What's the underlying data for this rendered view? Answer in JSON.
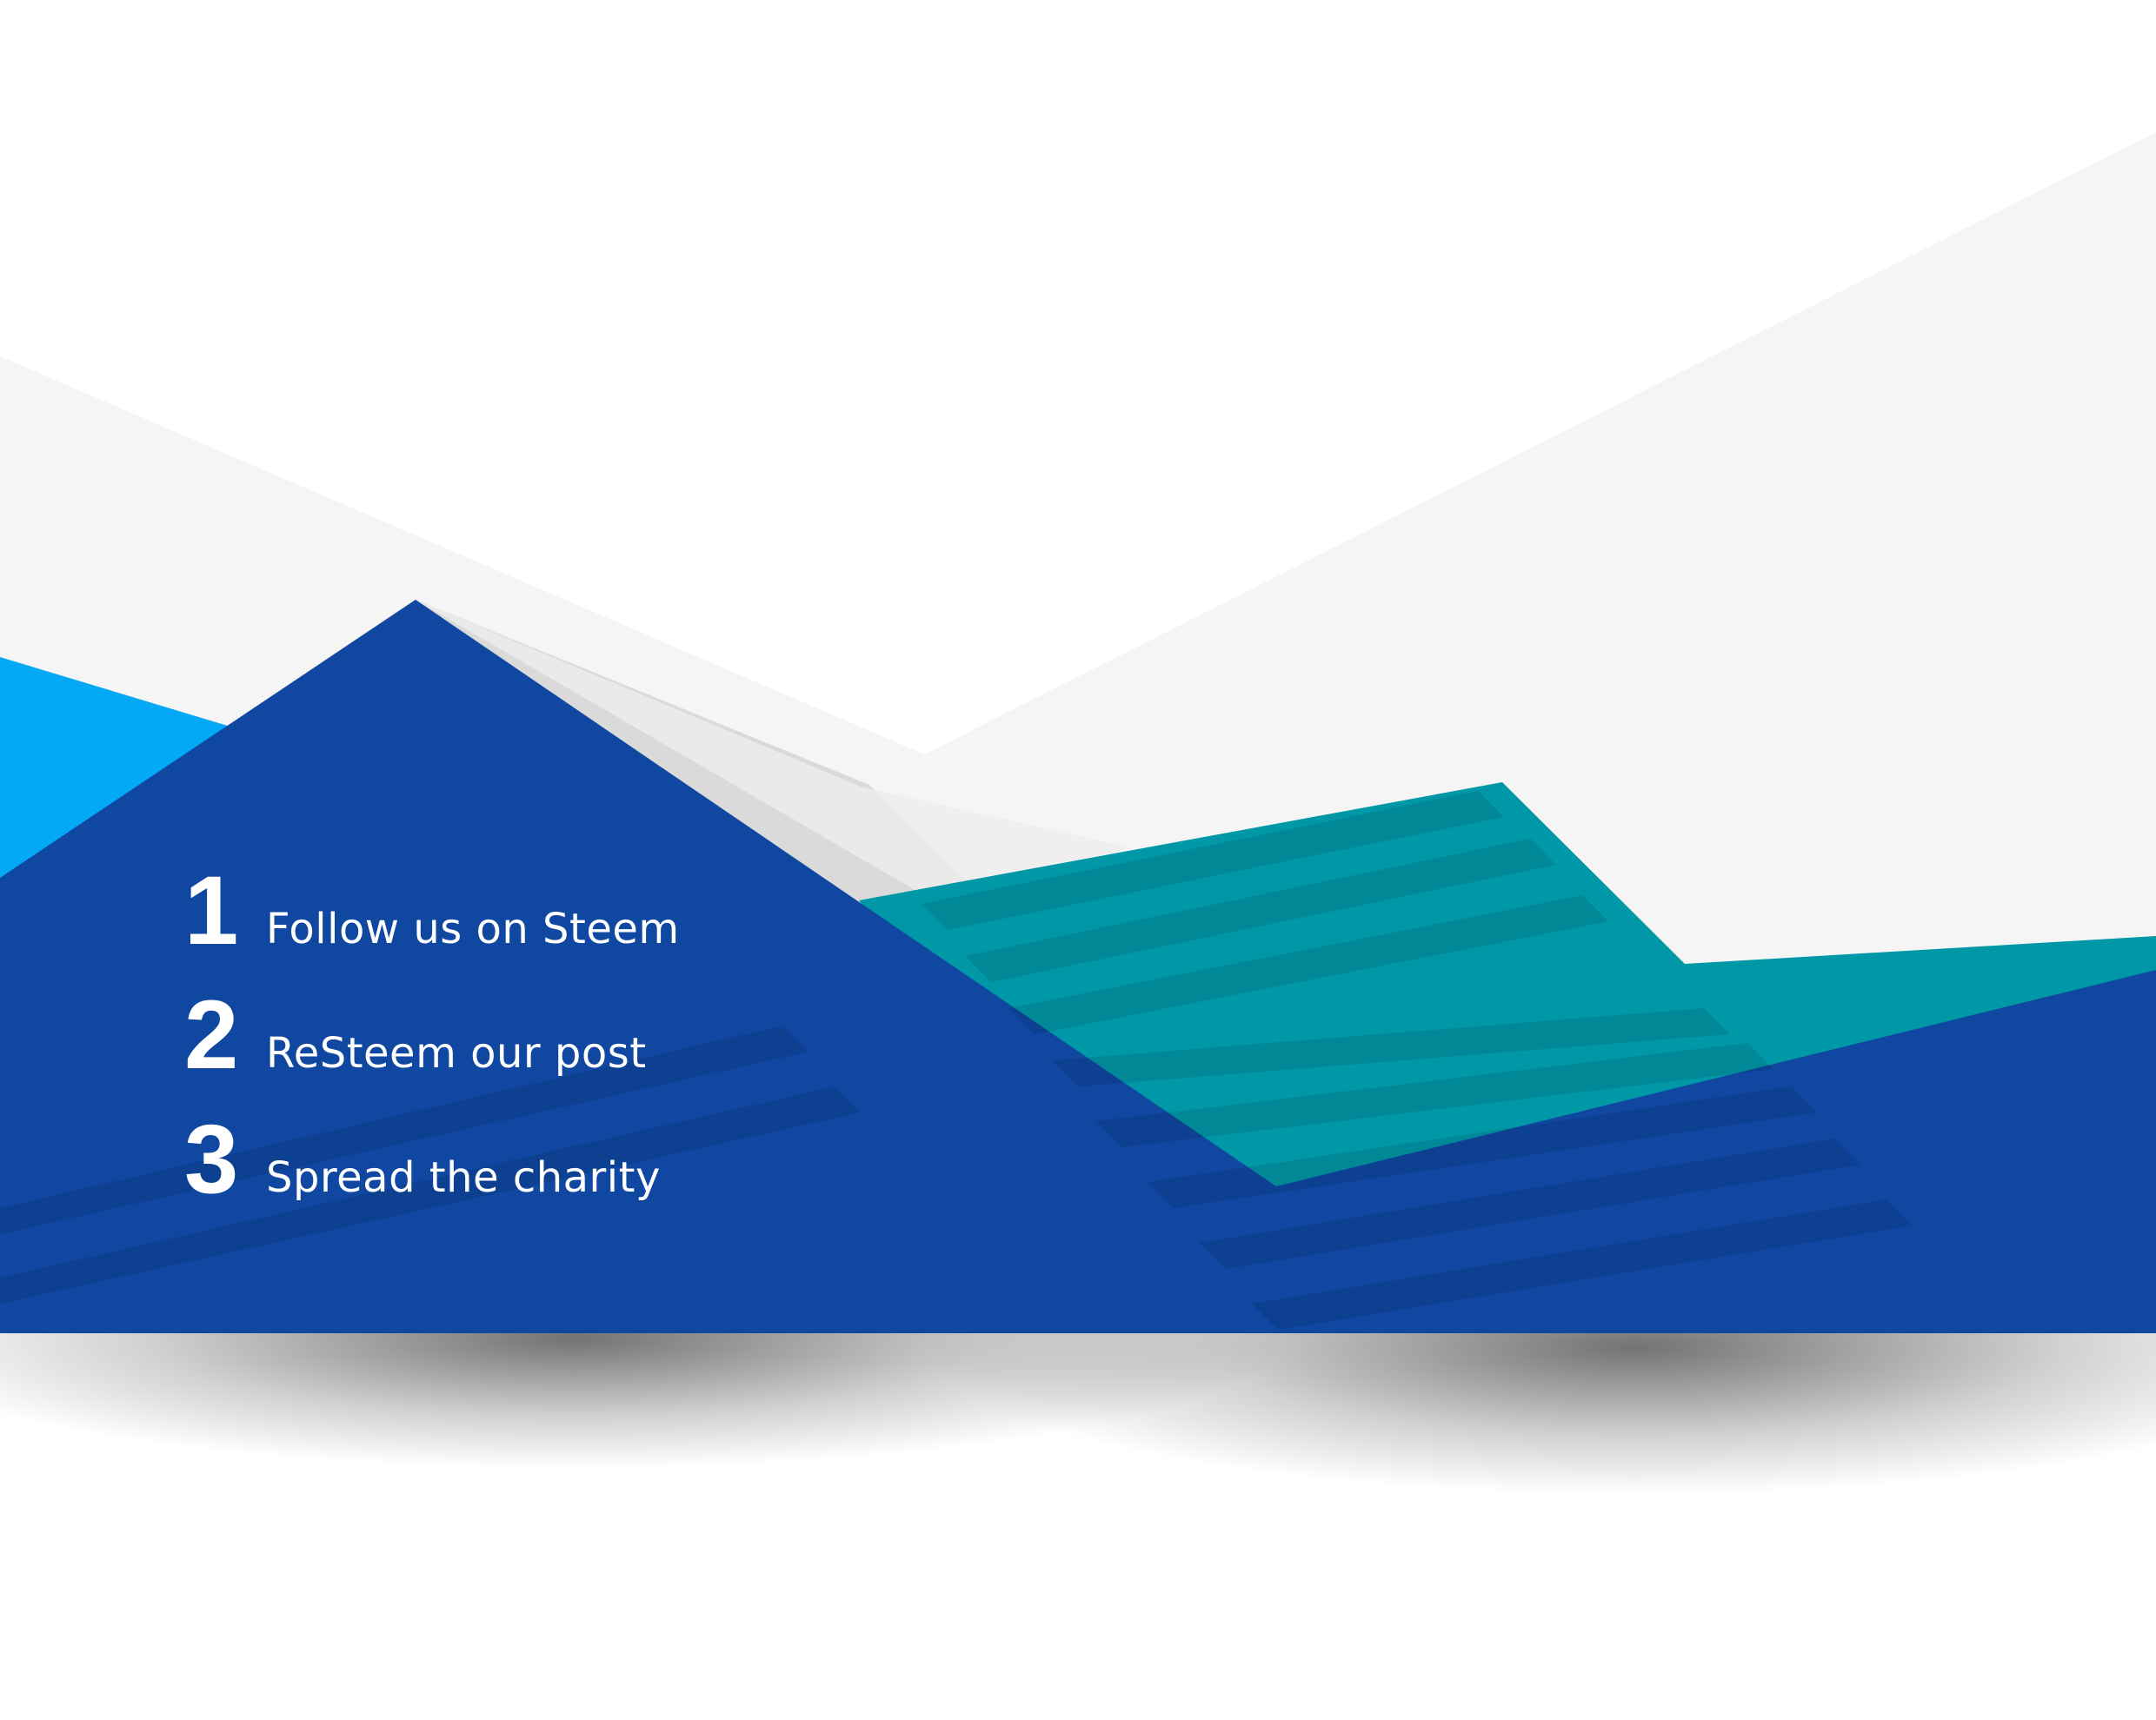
{
  "colors": {
    "background": "#ffffff",
    "light_gray": "#f5f5f5",
    "sky_blue": "#03a9f4",
    "royal_blue": "#0f47a1",
    "teal": "#0097a7",
    "text": "#ffffff"
  },
  "steps": [
    {
      "number": "1",
      "text": "Follow us on Steem"
    },
    {
      "number": "2",
      "text": "ReSteem our post"
    },
    {
      "number": "3",
      "text": "Spread the charity"
    }
  ]
}
